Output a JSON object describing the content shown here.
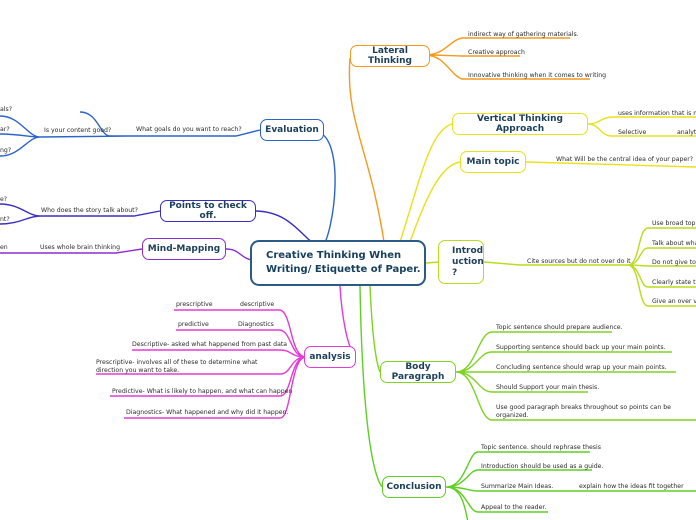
{
  "central_topic": "Creative Thinking When Writing/ Etiquette of Paper.",
  "branches": {
    "lateral": {
      "title": "Lateral Thinking",
      "items": [
        "indirect way of gathering materials.",
        "Creative approach",
        "Innovative thinking when it comes to writing"
      ]
    },
    "vertical": {
      "title": "Vertical Thinking Approach",
      "items": [
        "uses information that is more",
        "Selective",
        "analytic"
      ]
    },
    "main_topic": {
      "title": "Main topic",
      "items": [
        "What Will be the central idea of your paper?"
      ]
    },
    "intro": {
      "title": "Introd uction ?",
      "sub": "Cite sources but do not over do it",
      "items": [
        "Use broad topic",
        "Talk about what",
        "Do not give to m",
        "Clearly state the",
        "Give an over vie"
      ]
    },
    "body": {
      "title": "Body Paragraph",
      "items": [
        "Topic sentence should prepare audience.",
        "Supporting sentence should back up your main points.",
        "Concluding sentence should wrap up your main points.",
        "Should Support your main thesis.",
        "Use good paragraph breaks throughout so points can be organized."
      ]
    },
    "conclusion": {
      "title": "Conclusion",
      "items": [
        "Topic sentence. should rephrase thesis",
        "Introduction should be used as a guide.",
        "Summarize Main Ideas.",
        "explain how the ideas fit together",
        "Appeal to the reader."
      ]
    },
    "evaluation": {
      "title": "Evaluation",
      "sub": "What goals do you want to reach?",
      "sub2": "Is your content good?",
      "items": [
        "als?",
        "ar?",
        "ng?"
      ]
    },
    "points": {
      "title": "Points to check off.",
      "sub": "Who does the story talk about?",
      "items": [
        "e?",
        "nt?"
      ]
    },
    "mind": {
      "title": "Mind-Mapping",
      "sub": "Uses whole brain thinking",
      "items": [
        "en"
      ]
    },
    "analysis": {
      "title": "analysis",
      "items": [
        "prescriptive",
        "descriptive",
        "predictive",
        "Diagnostics",
        "Descriptive- asked what happened from past data",
        "Prescriptive- involves all of these to determine what direction you want to take.",
        "Predictive- What is likely to happen, and what can happen",
        "Diagnostics- What happened and why did it happen."
      ]
    }
  },
  "colors": {
    "lateral": "#f29a1e",
    "vertical": "#e8e21a",
    "introduction": "#b8dc1e",
    "body": "#7ed420",
    "conclusion": "#5fcf24",
    "evaluation": "#2a64c8",
    "points": "#3a2ec0",
    "mind": "#8a2ed0",
    "analysis": "#e43ad8"
  }
}
